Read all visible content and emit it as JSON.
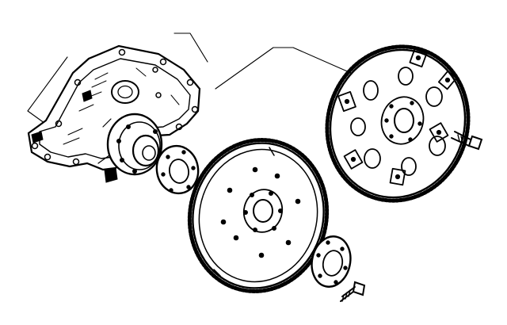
{
  "diagram": {
    "ink_color": "#000000",
    "paper_color": "#ffffff",
    "parts": [
      {
        "id": "engine-block-rear",
        "icon": "engine-block-icon"
      },
      {
        "id": "crankshaft-flange",
        "icon": "crankshaft-icon"
      },
      {
        "id": "spacer-plate",
        "icon": "spacer-plate-icon"
      },
      {
        "id": "flywheel",
        "icon": "flywheel-icon"
      },
      {
        "id": "reinforcement-plate",
        "icon": "washer-plate-icon"
      },
      {
        "id": "flywheel-bolt",
        "icon": "bolt-icon"
      },
      {
        "id": "flexplate",
        "icon": "flexplate-icon"
      },
      {
        "id": "flexplate-bolt",
        "icon": "bolt-icon"
      }
    ],
    "leader_lines": 4
  }
}
